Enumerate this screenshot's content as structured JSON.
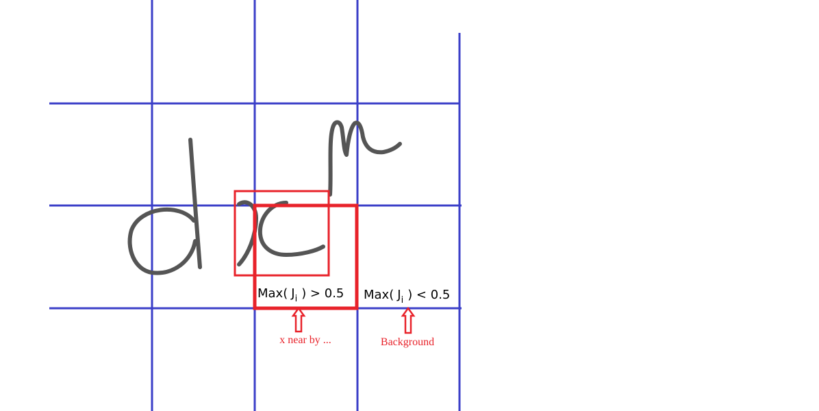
{
  "colors": {
    "grid": "#3b3fc8",
    "highlight": "#e8222a",
    "ink": "#555555",
    "background": "#ffffff"
  },
  "labels": {
    "positive_cell": {
      "prefix": "Max(",
      "var": "J",
      "sub": "i",
      "suffix": ") > 0.5"
    },
    "negative_cell": {
      "prefix": "Max(",
      "var": "J",
      "sub": "i",
      "suffix": ") < 0.5"
    }
  },
  "annotations": {
    "positive": "x near by ...",
    "negative": "Background"
  },
  "icons": {
    "positive_arrow": "up-arrow-icon",
    "negative_arrow": "up-arrow-icon"
  }
}
